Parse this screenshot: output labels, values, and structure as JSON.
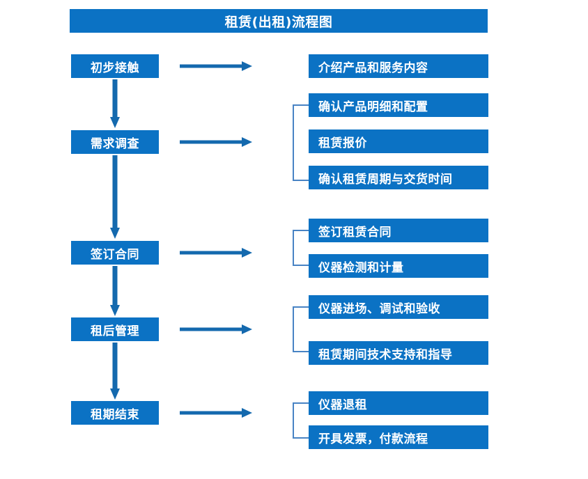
{
  "chart_data": {
    "type": "diagram",
    "title": "租赁(出租)流程图",
    "diagram_kind": "flowchart",
    "orientation": "vertical-with-branches",
    "stages": [
      {
        "label": "初步接触",
        "details": [
          "介绍产品和服务内容"
        ],
        "bracketed": false
      },
      {
        "label": "需求调查",
        "details": [
          "确认产品明细和配置",
          "租赁报价",
          "确认租赁周期与交货时间"
        ],
        "bracketed": true
      },
      {
        "label": "签订合同",
        "details": [
          "签订租赁合同",
          "仪器检测和计量"
        ],
        "bracketed": true
      },
      {
        "label": "租后管理",
        "details": [
          "仪器进场、调试和验收",
          "租赁期间技术支持和指导"
        ],
        "bracketed": true
      },
      {
        "label": "租期结束",
        "details": [
          "仪器退租",
          "开具发票，付款流程"
        ],
        "bracketed": true
      }
    ]
  },
  "header": {
    "title": "租赁(出租)流程图"
  },
  "colors": {
    "box_fill": "#0B72C4",
    "box_text": "#FFFFFF",
    "arrow": "#1469AE",
    "bracket": "#4883C4",
    "background": "#FFFFFF"
  },
  "stages": [
    {
      "label": "初步接触"
    },
    {
      "label": "需求调查"
    },
    {
      "label": "签订合同"
    },
    {
      "label": "租后管理"
    },
    {
      "label": "租期结束"
    }
  ],
  "details": [
    {
      "label": "介绍产品和服务内容"
    },
    {
      "label": "确认产品明细和配置"
    },
    {
      "label": "租赁报价"
    },
    {
      "label": "确认租赁周期与交货时间"
    },
    {
      "label": "签订租赁合同"
    },
    {
      "label": "仪器检测和计量"
    },
    {
      "label": "仪器进场、调试和验收"
    },
    {
      "label": "租赁期间技术支持和指导"
    },
    {
      "label": "仪器退租"
    },
    {
      "label": "开具发票，付款流程"
    }
  ]
}
